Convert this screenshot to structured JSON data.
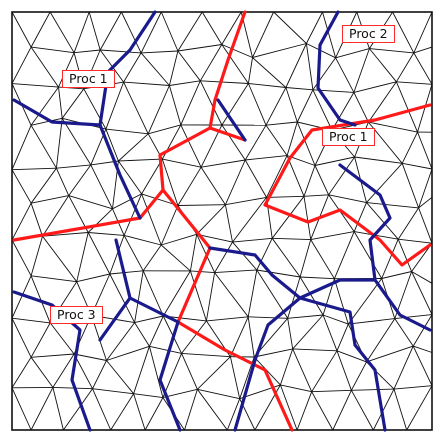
{
  "labels": [
    "Proc 1",
    "Proc 2",
    "Proc 1",
    "Proc 3"
  ],
  "colors": {
    "mesh": "#111111",
    "partition_red": "#ff1a1a",
    "partition_blue": "#1a1a8c",
    "label_border": "#ff2a2a",
    "background": "#ffffff"
  }
}
